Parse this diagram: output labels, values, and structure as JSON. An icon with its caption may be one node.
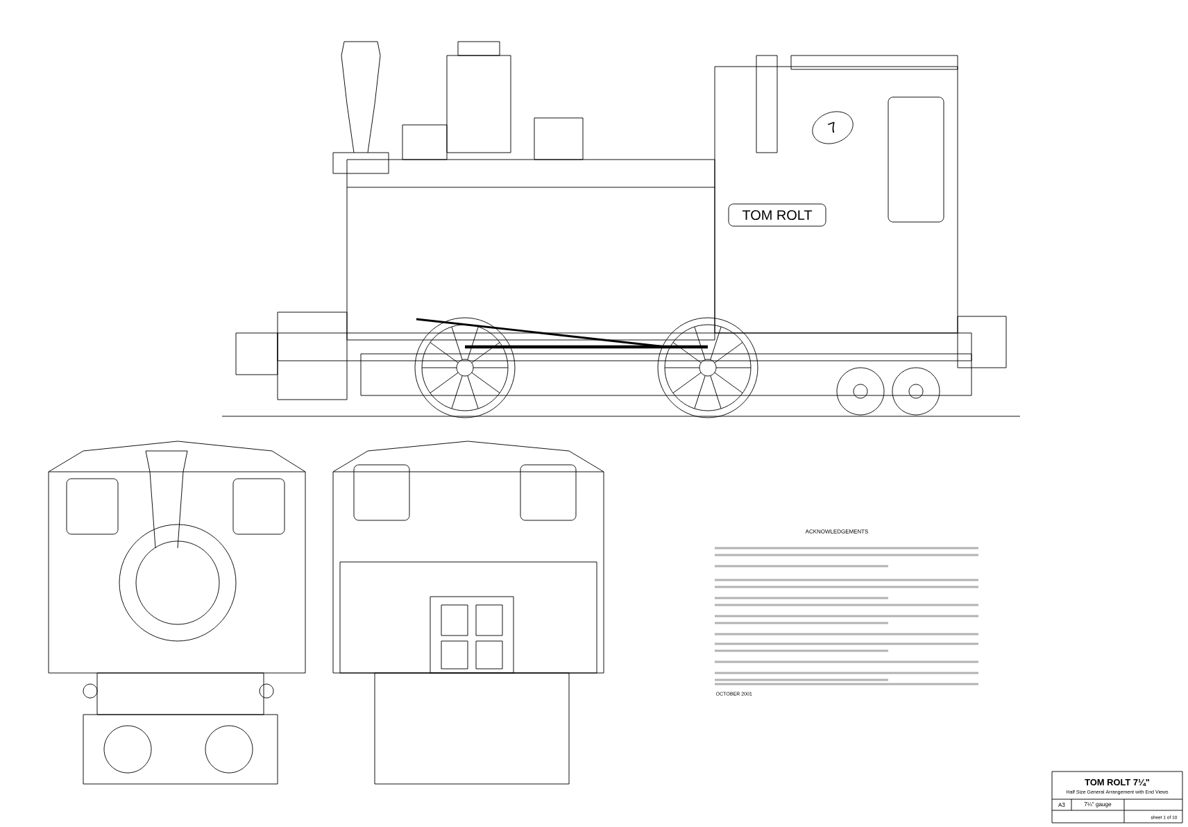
{
  "diagram": {
    "nodes": [
      {
        "text": [
          "TOM ROLT"
        ]
      },
      {
        "text": [
          "7"
        ]
      }
    ],
    "labels": [
      "ACKNOWLEDGEMENTS",
      "OCTOBER 2001",
      "TOM ROLT 7¼\"",
      "Half Size General Arrangement with End Views",
      "A3",
      "7¼\" gauge",
      "sheet 1 of 10"
    ]
  }
}
